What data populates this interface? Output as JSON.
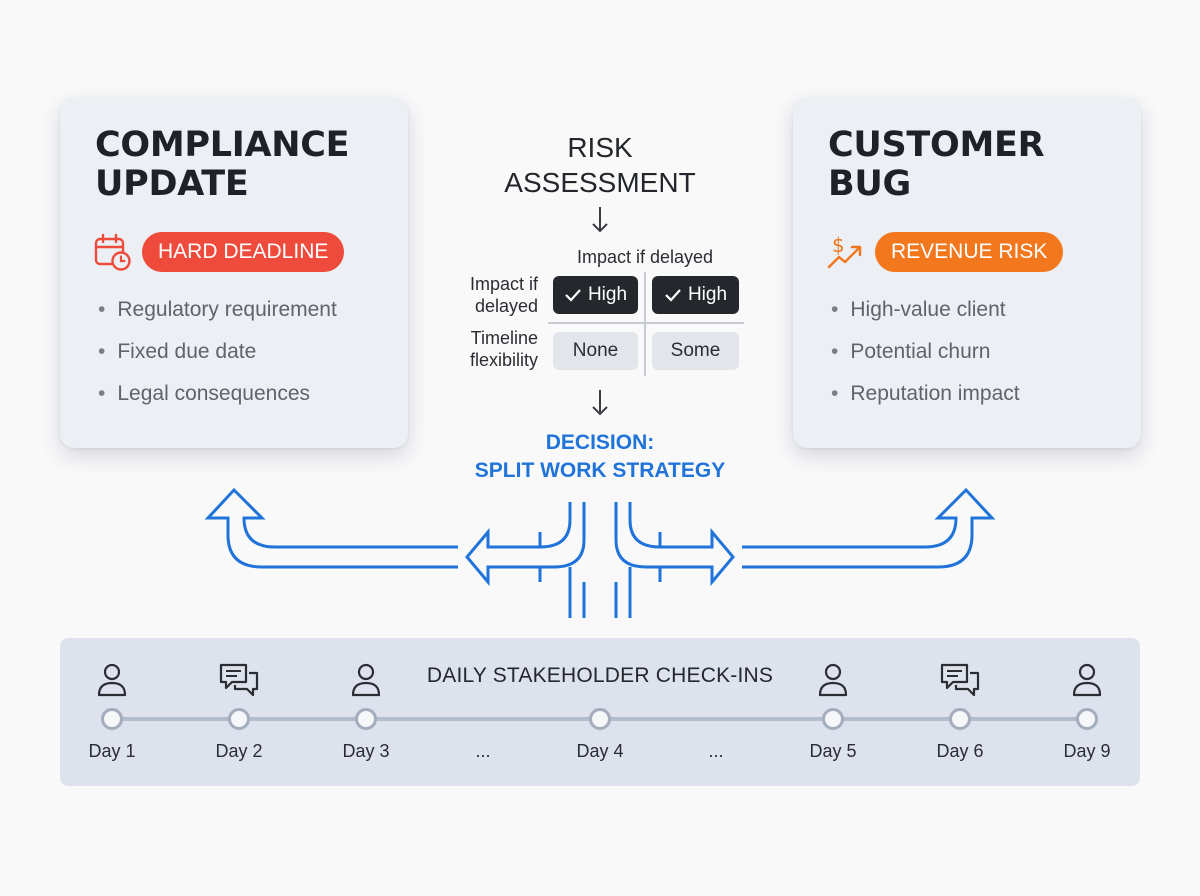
{
  "cards": {
    "left": {
      "title_lines": [
        "COMPLIANCE",
        "UPDATE"
      ],
      "tag": "HARD DEADLINE",
      "tag_icon": "calendar-clock-icon",
      "tag_color": "#ef4b3c",
      "bullets": [
        "Regulatory requirement",
        "Fixed due date",
        "Legal consequences"
      ]
    },
    "right": {
      "title_lines": [
        "CUSTOMER",
        "BUG"
      ],
      "tag": "REVENUE RISK",
      "tag_icon": "revenue-trend-icon",
      "tag_color": "#f2771d",
      "bullets": [
        "High-value client",
        "Potential churn",
        "Reputation impact"
      ]
    }
  },
  "risk_assessment": {
    "title_lines": [
      "RISK",
      "ASSESSMENT"
    ],
    "column_header": "Impact if delayed",
    "rows": [
      {
        "label_lines": [
          "Impact if",
          "delayed"
        ],
        "cells": [
          "High",
          "High"
        ],
        "checked": true
      },
      {
        "label_lines": [
          "Timeline",
          "flexibility"
        ],
        "cells": [
          "None",
          "Some"
        ],
        "checked": false
      }
    ]
  },
  "decision": {
    "lines": [
      "DECISION:",
      "SPLIT WORK STRATEGY"
    ],
    "color": "#1f73d9"
  },
  "timeline": {
    "title": "DAILY STAKEHOLDER CHECK-INS",
    "days": [
      {
        "label": "Day 1",
        "icon": "person-icon"
      },
      {
        "label": "Day 2",
        "icon": "chat-icon"
      },
      {
        "label": "Day 3",
        "icon": "person-icon"
      },
      {
        "label": "...",
        "icon": ""
      },
      {
        "label": "Day 4",
        "icon": ""
      },
      {
        "label": "...",
        "icon": ""
      },
      {
        "label": "Day 5",
        "icon": "person-icon"
      },
      {
        "label": "Day 6",
        "icon": "chat-icon"
      },
      {
        "label": "Day 9",
        "icon": "person-icon"
      }
    ]
  }
}
